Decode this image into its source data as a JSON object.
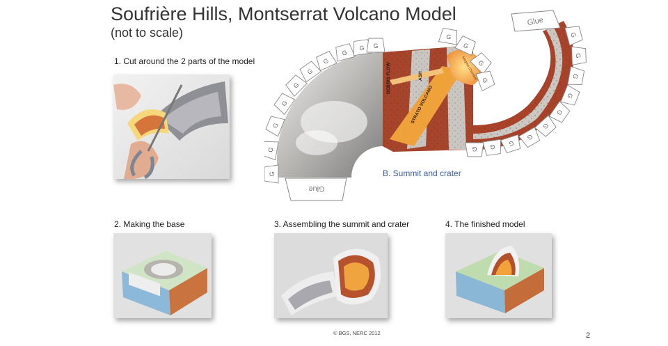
{
  "title": "Soufrière Hills, Montserrat Volcano Model",
  "subtitle": "(not to scale)",
  "steps": [
    {
      "label": "1.  Cut around the 2 parts of the model"
    },
    {
      "label": "2.  Making the base"
    },
    {
      "label": "3.  Assembling the summit and crater"
    },
    {
      "label": "4.  The finished model"
    }
  ],
  "diagram": {
    "caption": "B. Summit and crater",
    "tab_g": "G",
    "tab_glue": "Glue",
    "labels": {
      "debris_flow": "DEBRIS FLOW",
      "ash": "ASH",
      "strato": "STRATO VOLCANO",
      "magma": "Magma Chamber"
    }
  },
  "colors": {
    "title": "#333333",
    "caption": "#3a59a3",
    "rock_brown": "#a6452b",
    "ash_grey": "#c9c6c2",
    "strato_orange": "#f1a33a"
  },
  "footer": {
    "credit": "© BGS, NERC 2012",
    "page": "2"
  }
}
